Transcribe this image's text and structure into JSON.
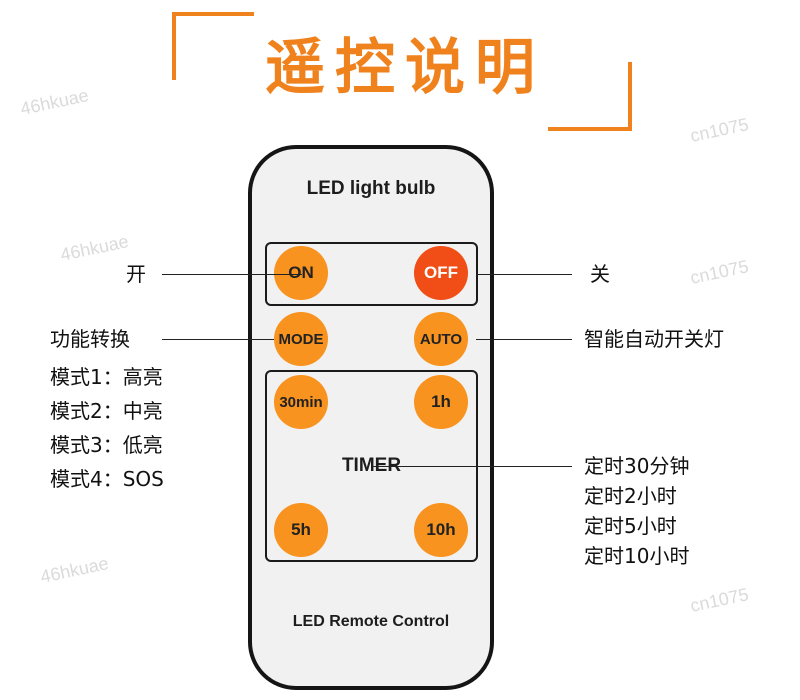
{
  "title": "遥控说明",
  "remote": {
    "title": "LED light bulb",
    "footer": "LED Remote Control",
    "timer_label": "TIMER",
    "buttons": {
      "on": "ON",
      "off": "OFF",
      "mode": "MODE",
      "auto": "AUTO",
      "t30": "30min",
      "t1h": "1h",
      "t5h": "5h",
      "t10h": "10h"
    }
  },
  "annotations": {
    "on": "开",
    "off": "关",
    "mode": "功能转换",
    "auto": "智能自动开关灯",
    "modes": [
      "模式1：高亮",
      "模式2：中亮",
      "模式3：低亮",
      "模式4：SOS"
    ],
    "timers": [
      "定时30分钟",
      "定时2小时",
      "定时5小时",
      "定时10小时"
    ]
  },
  "watermarks": [
    "46hkuae",
    "cn1075",
    "46hkuae",
    "cn1075",
    "46hkuae",
    "cn1075"
  ],
  "colors": {
    "accent": "#f0821e",
    "button": "#f7931e",
    "off_button": "#f04e16"
  }
}
